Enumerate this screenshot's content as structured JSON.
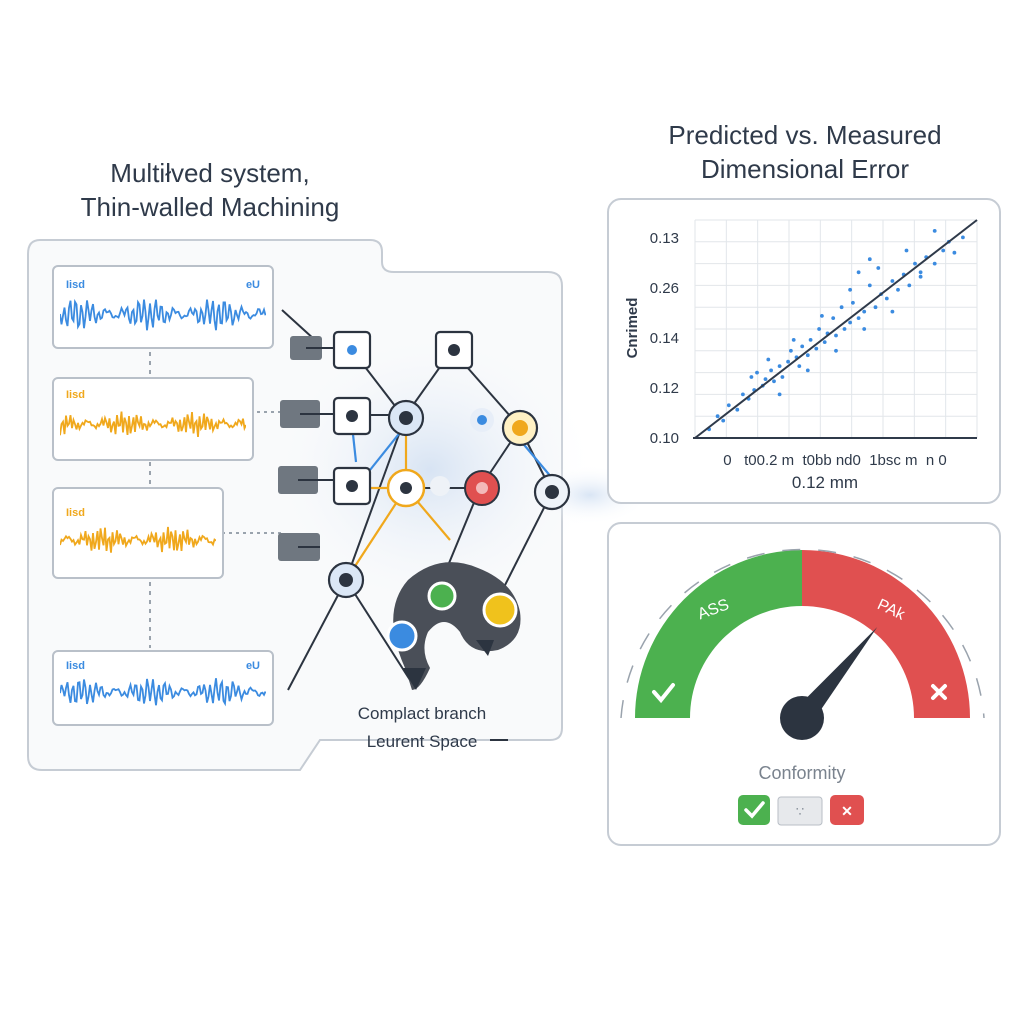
{
  "left": {
    "title_line1": "Multiłved system,",
    "title_line2": "Thin-walled Machining",
    "signals": [
      {
        "tag_left": "Iisd",
        "tag_right": "eU",
        "color": "#3b8be0"
      },
      {
        "tag_left": "Iisd",
        "tag_right": "",
        "color": "#f0a81c"
      },
      {
        "tag_left": "Iisd",
        "tag_right": "",
        "color": "#f0a81c"
      },
      {
        "tag_left": "Iisd",
        "tag_right": "eU",
        "color": "#3b8be0"
      }
    ],
    "caption_line1": "Complact branch",
    "caption_line2": "Leurent Space"
  },
  "chart": {
    "title_line1": "Predicted vs. Measured",
    "title_line2": "Dimensional Error",
    "ylabel": "Cnrimed",
    "xaxis_text": "0   t00.2 m  t0bb nd0  1bsc m  n 0",
    "xlabel": "0.12 mm"
  },
  "chart_data": {
    "type": "scatter",
    "title": "Predicted vs. Measured Dimensional Error",
    "ylabel": "Cnrimed",
    "xlabel": "0.12 mm",
    "y_tick_labels": [
      "0.13",
      "0.26",
      "0.14",
      "0.12",
      "0.10"
    ],
    "x": [
      0.05,
      0.08,
      0.1,
      0.12,
      0.15,
      0.17,
      0.19,
      0.21,
      0.22,
      0.24,
      0.25,
      0.27,
      0.28,
      0.3,
      0.31,
      0.33,
      0.34,
      0.36,
      0.37,
      0.38,
      0.4,
      0.41,
      0.43,
      0.44,
      0.46,
      0.47,
      0.49,
      0.5,
      0.52,
      0.53,
      0.55,
      0.56,
      0.58,
      0.6,
      0.62,
      0.64,
      0.66,
      0.68,
      0.7,
      0.72,
      0.74,
      0.76,
      0.78,
      0.8,
      0.82,
      0.85,
      0.88,
      0.9,
      0.92,
      0.95,
      0.2,
      0.26,
      0.3,
      0.35,
      0.4,
      0.45,
      0.5,
      0.55,
      0.6,
      0.65,
      0.7,
      0.75,
      0.8,
      0.62,
      0.58,
      0.85
    ],
    "y": [
      0.04,
      0.1,
      0.08,
      0.15,
      0.13,
      0.2,
      0.18,
      0.22,
      0.3,
      0.24,
      0.27,
      0.31,
      0.26,
      0.33,
      0.28,
      0.35,
      0.4,
      0.37,
      0.33,
      0.42,
      0.38,
      0.45,
      0.41,
      0.5,
      0.44,
      0.48,
      0.55,
      0.47,
      0.6,
      0.5,
      0.53,
      0.62,
      0.55,
      0.58,
      0.7,
      0.6,
      0.66,
      0.64,
      0.72,
      0.68,
      0.75,
      0.7,
      0.8,
      0.76,
      0.83,
      0.8,
      0.86,
      0.9,
      0.85,
      0.92,
      0.28,
      0.36,
      0.2,
      0.45,
      0.31,
      0.56,
      0.4,
      0.68,
      0.5,
      0.78,
      0.58,
      0.86,
      0.74,
      0.82,
      0.76,
      0.95
    ],
    "fit_line": true,
    "grid": true
  },
  "gauge": {
    "pass_label": "ASS",
    "fail_label": "PAk",
    "value": 0.72,
    "pass_color": "#4cb14f",
    "fail_color": "#e05050",
    "conformity_label": "Conformity",
    "mid_badge": "∵"
  }
}
